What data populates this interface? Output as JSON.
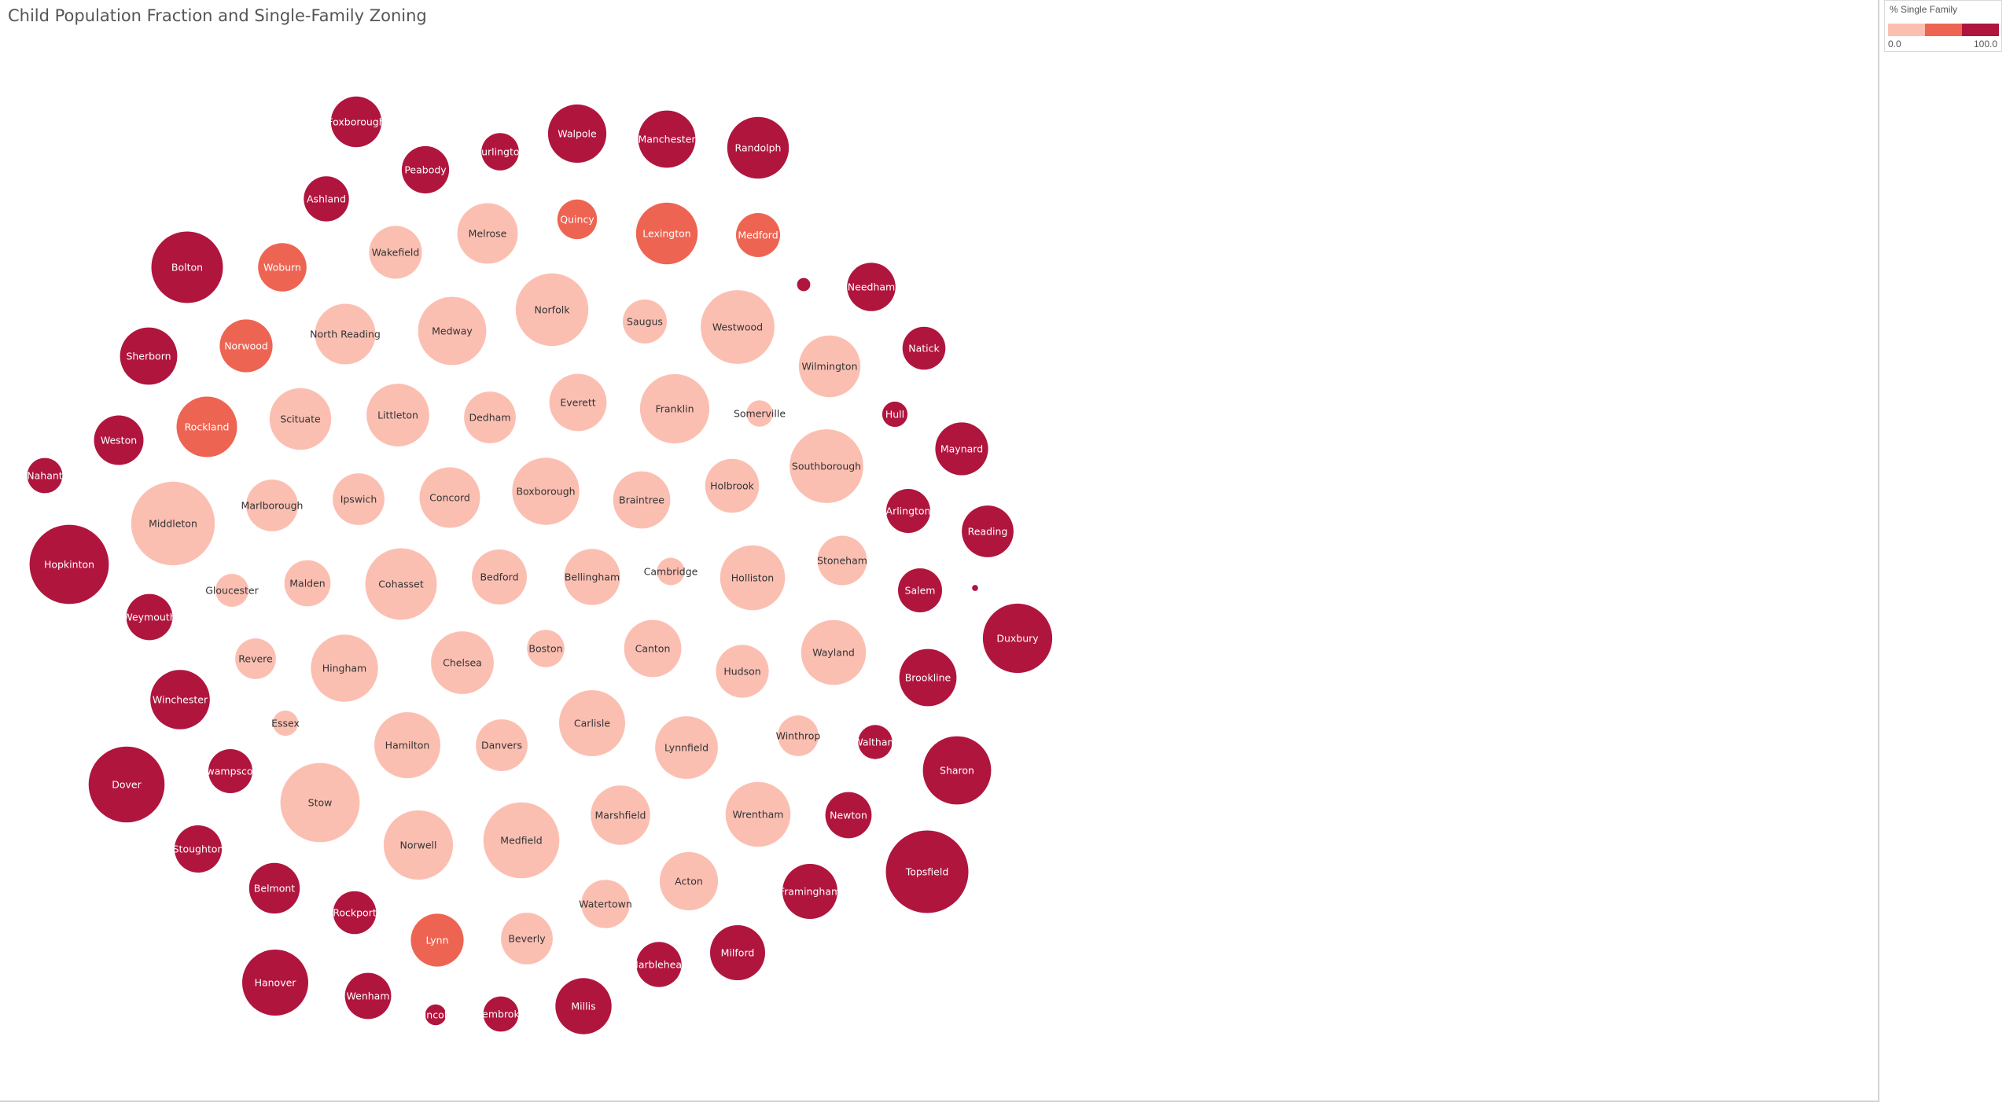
{
  "title": "Child Population Fraction and Single-Family Zoning",
  "legend": {
    "title": "% Single Family",
    "min_label": "0.0",
    "max_label": "100.0",
    "colors": [
      "#fbbfb2",
      "#ee6452",
      "#b0153e"
    ]
  },
  "label_colors": {
    "light": "#333333",
    "dark": "#ffffff"
  },
  "chart_data": {
    "type": "bubble",
    "title": "Child Population Fraction and Single-Family Zoning",
    "color_measure": "% Single Family",
    "color_range": [
      0,
      100
    ],
    "bubbles": [
      {
        "name": "Foxborough",
        "size": 0.46,
        "single_family": 100
      },
      {
        "name": "Peabody",
        "size": 0.43,
        "single_family": 100
      },
      {
        "name": "Burlington",
        "size": 0.34,
        "single_family": 100
      },
      {
        "name": "Walpole",
        "size": 0.53,
        "single_family": 100
      },
      {
        "name": "Manchester",
        "size": 0.52,
        "single_family": 100
      },
      {
        "name": "Randolph",
        "size": 0.56,
        "single_family": 100
      },
      {
        "name": "Ashland",
        "size": 0.41,
        "single_family": 100
      },
      {
        "name": "Melrose",
        "size": 0.55,
        "single_family": 0
      },
      {
        "name": "Quincy",
        "size": 0.36,
        "single_family": 60
      },
      {
        "name": "Lexington",
        "size": 0.56,
        "single_family": 60
      },
      {
        "name": "Medford",
        "size": 0.4,
        "single_family": 60
      },
      {
        "name": "Wakefield",
        "size": 0.48,
        "single_family": 0
      },
      {
        "name": "Bolton",
        "size": 0.65,
        "single_family": 100
      },
      {
        "name": "Woburn",
        "size": 0.44,
        "single_family": 60
      },
      {
        "name": "",
        "size": 0.12,
        "single_family": 100
      },
      {
        "name": "Needham",
        "size": 0.44,
        "single_family": 100
      },
      {
        "name": "Norfolk",
        "size": 0.66,
        "single_family": 0
      },
      {
        "name": "Saugus",
        "size": 0.4,
        "single_family": 0
      },
      {
        "name": "Westwood",
        "size": 0.67,
        "single_family": 0
      },
      {
        "name": "North Reading",
        "size": 0.55,
        "single_family": 0
      },
      {
        "name": "Medway",
        "size": 0.62,
        "single_family": 0
      },
      {
        "name": "Norwood",
        "size": 0.48,
        "single_family": 60
      },
      {
        "name": "Sherborn",
        "size": 0.52,
        "single_family": 100
      },
      {
        "name": "Natick",
        "size": 0.39,
        "single_family": 100
      },
      {
        "name": "Wilmington",
        "size": 0.56,
        "single_family": 0
      },
      {
        "name": "Hull",
        "size": 0.23,
        "single_family": 100
      },
      {
        "name": "Everett",
        "size": 0.52,
        "single_family": 0
      },
      {
        "name": "Franklin",
        "size": 0.63,
        "single_family": 0
      },
      {
        "name": "Somerville",
        "size": 0.24,
        "single_family": 0
      },
      {
        "name": "Littleton",
        "size": 0.57,
        "single_family": 0
      },
      {
        "name": "Dedham",
        "size": 0.47,
        "single_family": 0
      },
      {
        "name": "Scituate",
        "size": 0.56,
        "single_family": 0
      },
      {
        "name": "Rockland",
        "size": 0.55,
        "single_family": 60
      },
      {
        "name": "Weston",
        "size": 0.45,
        "single_family": 100
      },
      {
        "name": "Maynard",
        "size": 0.48,
        "single_family": 100
      },
      {
        "name": "Nahant",
        "size": 0.32,
        "single_family": 100
      },
      {
        "name": "Boxborough",
        "size": 0.61,
        "single_family": 0
      },
      {
        "name": "Concord",
        "size": 0.55,
        "single_family": 0
      },
      {
        "name": "Ipswich",
        "size": 0.47,
        "single_family": 0
      },
      {
        "name": "Marlborough",
        "size": 0.47,
        "single_family": 0
      },
      {
        "name": "Braintree",
        "size": 0.52,
        "single_family": 0
      },
      {
        "name": "Holbrook",
        "size": 0.49,
        "single_family": 0
      },
      {
        "name": "Southborough",
        "size": 0.67,
        "single_family": 0
      },
      {
        "name": "Middleton",
        "size": 0.76,
        "single_family": 0
      },
      {
        "name": "Arlington",
        "size": 0.4,
        "single_family": 100
      },
      {
        "name": "Reading",
        "size": 0.47,
        "single_family": 100
      },
      {
        "name": "Hopkinton",
        "size": 0.72,
        "single_family": 100
      },
      {
        "name": "Stoneham",
        "size": 0.45,
        "single_family": 0
      },
      {
        "name": "Gloucester",
        "size": 0.3,
        "single_family": 0
      },
      {
        "name": "Malden",
        "size": 0.42,
        "single_family": 0
      },
      {
        "name": "Cohasset",
        "size": 0.65,
        "single_family": 0
      },
      {
        "name": "Bedford",
        "size": 0.5,
        "single_family": 0
      },
      {
        "name": "Bellingham",
        "size": 0.51,
        "single_family": 0
      },
      {
        "name": "Cambridge",
        "size": 0.25,
        "single_family": 0
      },
      {
        "name": "Holliston",
        "size": 0.59,
        "single_family": 0
      },
      {
        "name": "Salem",
        "size": 0.4,
        "single_family": 100
      },
      {
        "name": "",
        "size": 0.055,
        "single_family": 100
      },
      {
        "name": "Duxbury",
        "size": 0.63,
        "single_family": 100
      },
      {
        "name": "Weymouth",
        "size": 0.42,
        "single_family": 100
      },
      {
        "name": "Revere",
        "size": 0.37,
        "single_family": 0
      },
      {
        "name": "Hingham",
        "size": 0.61,
        "single_family": 0
      },
      {
        "name": "Chelsea",
        "size": 0.57,
        "single_family": 0
      },
      {
        "name": "Boston",
        "size": 0.34,
        "single_family": 0
      },
      {
        "name": "Canton",
        "size": 0.52,
        "single_family": 0
      },
      {
        "name": "Hudson",
        "size": 0.48,
        "single_family": 0
      },
      {
        "name": "Wayland",
        "size": 0.59,
        "single_family": 0
      },
      {
        "name": "Brookline",
        "size": 0.52,
        "single_family": 100
      },
      {
        "name": "Winchester",
        "size": 0.54,
        "single_family": 100
      },
      {
        "name": "Essex",
        "size": 0.23,
        "single_family": 0
      },
      {
        "name": "Carlisle",
        "size": 0.6,
        "single_family": 0
      },
      {
        "name": "Hamilton",
        "size": 0.6,
        "single_family": 0
      },
      {
        "name": "Danvers",
        "size": 0.47,
        "single_family": 0
      },
      {
        "name": "Lynnfield",
        "size": 0.57,
        "single_family": 0
      },
      {
        "name": "Winthrop",
        "size": 0.37,
        "single_family": 0
      },
      {
        "name": "Waltham",
        "size": 0.31,
        "single_family": 100
      },
      {
        "name": "Sharon",
        "size": 0.62,
        "single_family": 100
      },
      {
        "name": "Dover",
        "size": 0.69,
        "single_family": 100
      },
      {
        "name": "Swampscott",
        "size": 0.4,
        "single_family": 100
      },
      {
        "name": "Stow",
        "size": 0.72,
        "single_family": 0
      },
      {
        "name": "Marshfield",
        "size": 0.54,
        "single_family": 0
      },
      {
        "name": "Wrentham",
        "size": 0.59,
        "single_family": 0
      },
      {
        "name": "Newton",
        "size": 0.42,
        "single_family": 100
      },
      {
        "name": "Stoughton",
        "size": 0.43,
        "single_family": 100
      },
      {
        "name": "Norwell",
        "size": 0.63,
        "single_family": 0
      },
      {
        "name": "Medfield",
        "size": 0.69,
        "single_family": 0
      },
      {
        "name": "Topsfield",
        "size": 0.75,
        "single_family": 100
      },
      {
        "name": "Acton",
        "size": 0.53,
        "single_family": 0
      },
      {
        "name": "Belmont",
        "size": 0.46,
        "single_family": 100
      },
      {
        "name": "Framingham",
        "size": 0.5,
        "single_family": 100
      },
      {
        "name": "Rockport",
        "size": 0.39,
        "single_family": 100
      },
      {
        "name": "Watertown",
        "size": 0.44,
        "single_family": 0
      },
      {
        "name": "Lynn",
        "size": 0.48,
        "single_family": 60
      },
      {
        "name": "Beverly",
        "size": 0.47,
        "single_family": 0
      },
      {
        "name": "Marblehead",
        "size": 0.41,
        "single_family": 100
      },
      {
        "name": "Milford",
        "size": 0.5,
        "single_family": 100
      },
      {
        "name": "Hanover",
        "size": 0.6,
        "single_family": 100
      },
      {
        "name": "Wenham",
        "size": 0.42,
        "single_family": 100
      },
      {
        "name": "Lincoln",
        "size": 0.19,
        "single_family": 100
      },
      {
        "name": "Pembroke",
        "size": 0.32,
        "single_family": 100
      },
      {
        "name": "Millis",
        "size": 0.51,
        "single_family": 100
      }
    ]
  }
}
